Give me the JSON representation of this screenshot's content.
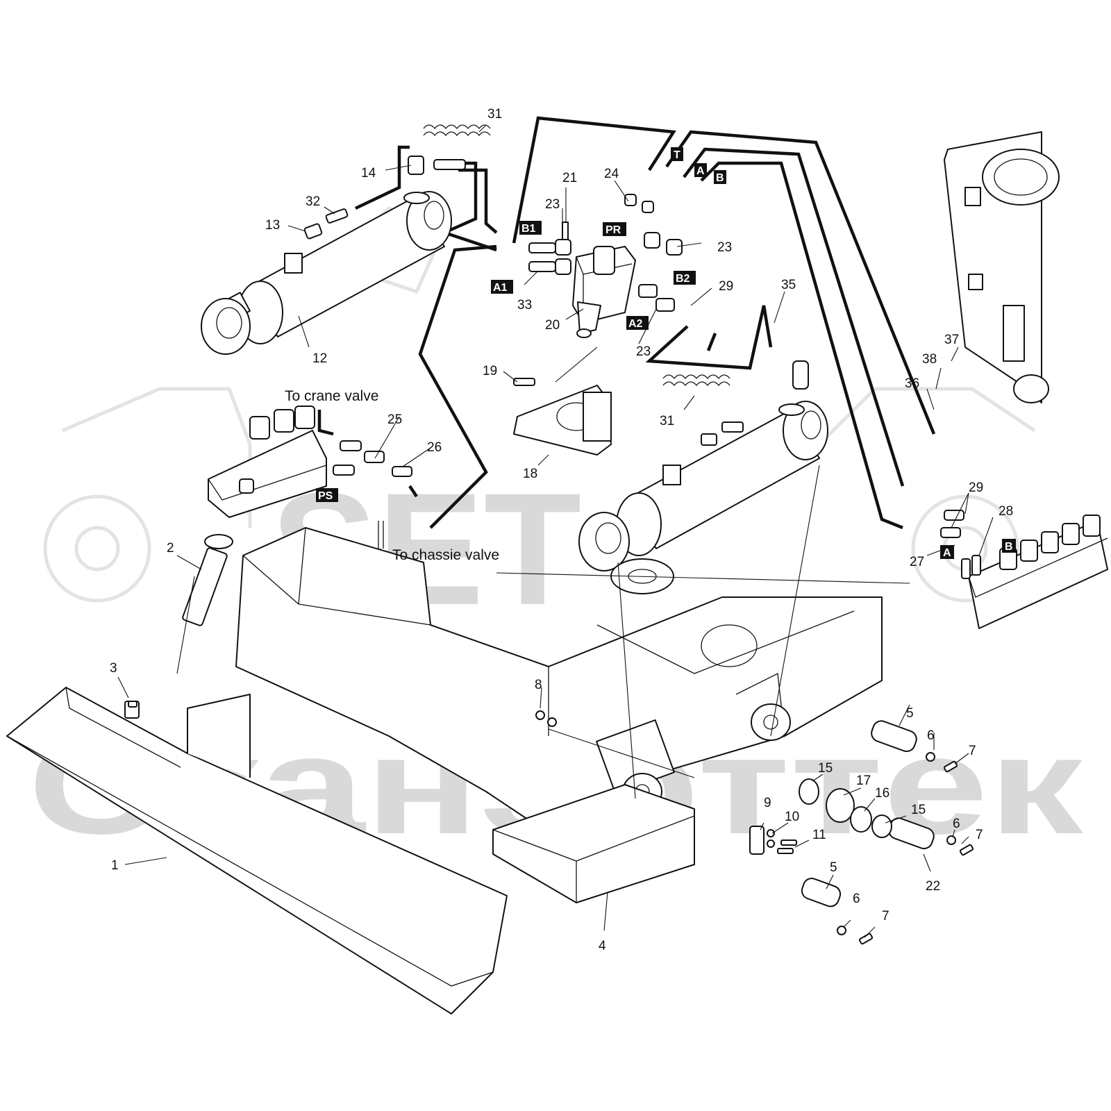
{
  "diagram": {
    "watermark": {
      "brand": "SET",
      "company": "Сканэрттек"
    },
    "notes": {
      "crane": "To crane valve",
      "chassis": "To chassie valve"
    },
    "port_tags": [
      "T",
      "A",
      "B",
      "B1",
      "PR",
      "A1",
      "B2",
      "A2",
      "PS",
      "A",
      "B"
    ],
    "callouts": [
      "31",
      "14",
      "32",
      "13",
      "12",
      "21",
      "24",
      "23",
      "23",
      "33",
      "20",
      "23",
      "29",
      "35",
      "19",
      "18",
      "25",
      "26",
      "31",
      "37",
      "38",
      "36",
      "29",
      "28",
      "27",
      "2",
      "3",
      "1",
      "4",
      "8",
      "5",
      "6",
      "7",
      "15",
      "17",
      "16",
      "15",
      "6",
      "7",
      "9",
      "10",
      "11",
      "22",
      "5",
      "6",
      "7"
    ]
  }
}
